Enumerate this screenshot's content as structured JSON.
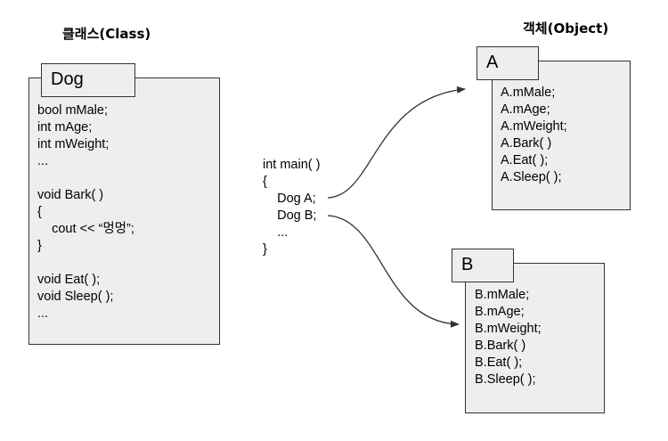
{
  "class_section": {
    "heading": "클래스(Class)",
    "name": "Dog",
    "lines": [
      "bool mMale;",
      "int mAge;",
      "int mWeight;",
      "...",
      "",
      "void Bark( )",
      "{",
      "    cout << “멍멍”;",
      "}",
      "",
      "void Eat( );",
      "void Sleep( );",
      "..."
    ]
  },
  "main_code": {
    "lines": [
      "int main( )",
      "{",
      "    Dog A;",
      "    Dog B;",
      "    ...",
      "}"
    ]
  },
  "object_section": {
    "heading": "객체(Object)",
    "objects": [
      {
        "name": "A",
        "lines": [
          "A.mMale;",
          "A.mAge;",
          "A.mWeight;",
          "A.Bark( )",
          "A.Eat( );",
          "A.Sleep( );"
        ]
      },
      {
        "name": "B",
        "lines": [
          "B.mMale;",
          "B.mAge;",
          "B.mWeight;",
          "B.Bark( )",
          "B.Eat( );",
          "B.Sleep( );"
        ]
      }
    ]
  }
}
